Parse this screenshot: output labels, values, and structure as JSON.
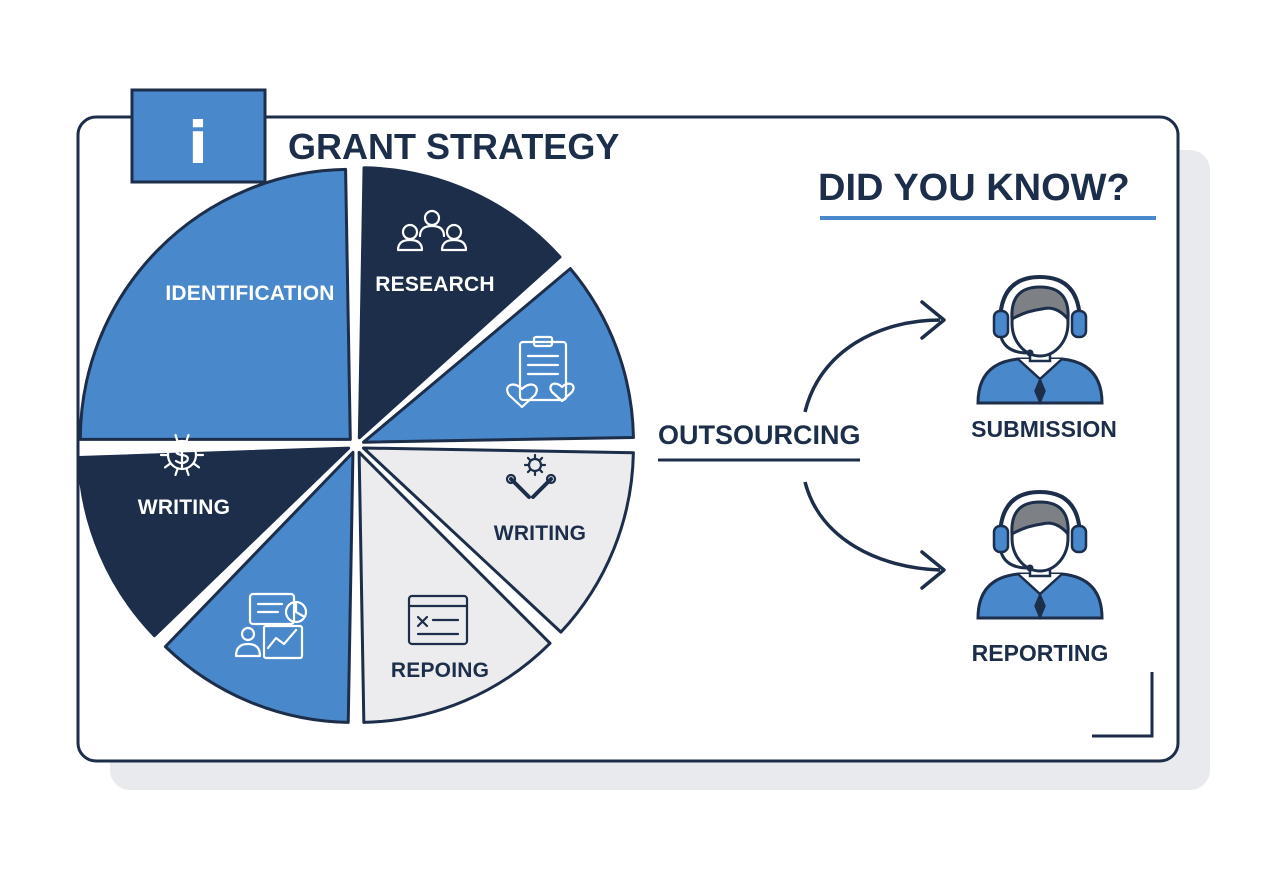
{
  "info_badge": {
    "glyph": "i",
    "icon": "info-icon"
  },
  "card": {
    "title": "GRANT STRATEGY"
  },
  "did_you_know": {
    "heading": "DID YOU KNOW?"
  },
  "pie": {
    "slices": [
      {
        "label": "IDENTIFICATION",
        "icon": ""
      },
      {
        "label": "RESEARCH",
        "icon": "team-icon"
      },
      {
        "label": "",
        "icon": "clipboard-hearts-icon"
      },
      {
        "label": "WRITING",
        "icon": "tools-gear-icon"
      },
      {
        "label": "REPOING",
        "icon": "form-window-icon"
      },
      {
        "label": "",
        "icon": "report-analytics-icon"
      },
      {
        "label": "WRITING",
        "icon": "dollar-gear-icon"
      }
    ]
  },
  "outsourcing": {
    "label": "OUTSOURCING",
    "targets": [
      {
        "label": "SUBMISSION",
        "icon": "support-agent-icon"
      },
      {
        "label": "REPORTING",
        "icon": "support-agent-icon"
      }
    ]
  },
  "colors": {
    "navy": "#1c2e4a",
    "blue": "#4a88cc",
    "light_gray": "#ececee",
    "outline": "#1c2e4a",
    "accent_line": "#4a88cc"
  }
}
